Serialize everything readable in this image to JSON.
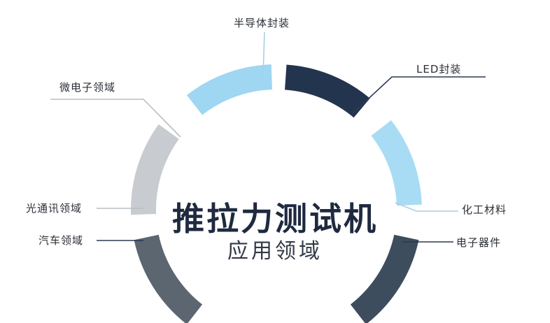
{
  "center": {
    "title": "推拉力测试机",
    "subtitle": "应用领域"
  },
  "segments": [
    {
      "id": "semiconductor",
      "label": "半导体封装",
      "color": "#9fd6f2"
    },
    {
      "id": "led",
      "label": "LED封装",
      "color": "#23344f"
    },
    {
      "id": "chemical",
      "label": "化工材料",
      "color": "#a8dcf5"
    },
    {
      "id": "electronic",
      "label": "电子器件",
      "color": "#3d4d5d"
    },
    {
      "id": "auto",
      "label": "汽车领域",
      "color": "#5c6670"
    },
    {
      "id": "optical",
      "label": "光通讯领域",
      "color": "#c8ccd1"
    },
    {
      "id": "microelectronics",
      "label": "微电子领域",
      "color": "#9fd6f2"
    }
  ],
  "colors": {
    "leader_light": "#a9cfe3",
    "leader_dark": "#2b3a52",
    "leader_grey": "#b9bdc3"
  }
}
